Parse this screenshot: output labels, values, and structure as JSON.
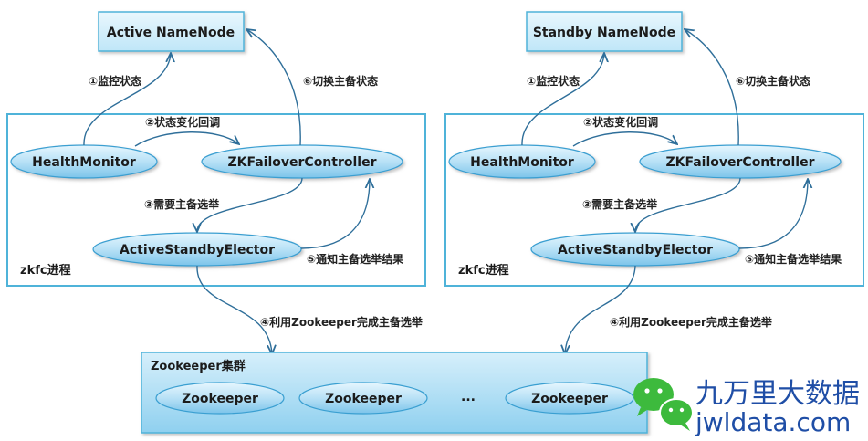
{
  "left": {
    "namenode_label": "Active NameNode",
    "health_monitor": "HealthMonitor",
    "zkfc": "ZKFailoverController",
    "elector": "ActiveStandbyElector",
    "process_label": "zkfc进程",
    "step1": "①监控状态",
    "step2": "②状态变化回调",
    "step3": "③需要主备选举",
    "step4": "④利用Zookeeper完成主备选举",
    "step5": "⑤通知主备选举结果",
    "step6": "⑥切换主备状态"
  },
  "right": {
    "namenode_label": "Standby NameNode",
    "health_monitor": "HealthMonitor",
    "zkfc": "ZKFailoverController",
    "elector": "ActiveStandbyElector",
    "process_label": "zkfc进程",
    "step1": "①监控状态",
    "step2": "②状态变化回调",
    "step3": "③需要主备选举",
    "step4": "④利用Zookeeper完成主备选举",
    "step5": "⑤通知主备选举结果",
    "step6": "⑥切换主备状态"
  },
  "cluster": {
    "label": "Zookeeper集群",
    "nodes": [
      "Zookeeper",
      "Zookeeper",
      "Zookeeper"
    ],
    "ellipsis": "..."
  },
  "watermark": {
    "cn": "九万里大数据",
    "en": "jwldata.com"
  },
  "colors": {
    "box_border": "#4fb3d9",
    "ellipse_fill": "#bfe4f7",
    "arrow": "#2f6f9a",
    "watermark": "#1f4ea6",
    "wechat_green": "#3dba3d"
  }
}
